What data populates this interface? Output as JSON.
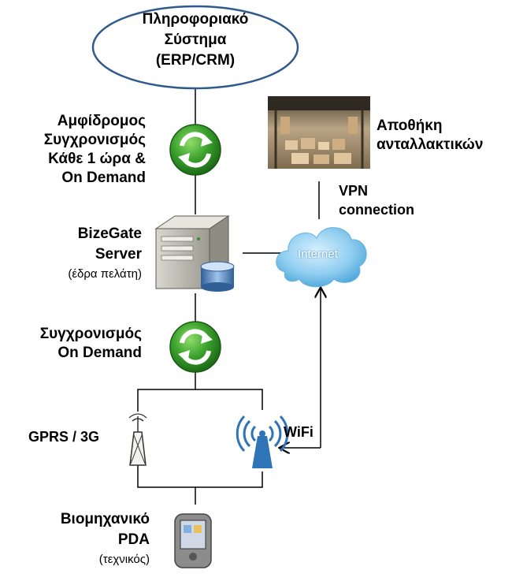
{
  "erp": {
    "line1": "Πληροφοριακό",
    "line2": "Σύστημα",
    "line3": "(ERP/CRM)"
  },
  "sync_top": {
    "line1": "Αμφίδρομος",
    "line2": "Συγχρονισμός",
    "line3": "Κάθε 1 ώρα &",
    "line4": "On Demand"
  },
  "server": {
    "line1": "BizeGate",
    "line2": "Server",
    "line3": "(έδρα πελάτη)"
  },
  "sync_bottom": {
    "line1": "Συγχρονισμός",
    "line2": "On Demand"
  },
  "gprs": "GPRS / 3G",
  "wifi": "WiFi",
  "pda": {
    "line1": "Βιομηχανικό",
    "line2": "PDA",
    "line3": "(τεχνικός)"
  },
  "warehouse": {
    "line1": "Αποθήκη",
    "line2": "ανταλλακτικών"
  },
  "vpn": {
    "line1": "VPN",
    "line2": "connection"
  },
  "internet": "Internet",
  "icons": [
    "sync-icon",
    "server-icon",
    "database-icon",
    "internet-cloud-icon",
    "antenna-icon",
    "wifi-icon",
    "pda-icon",
    "warehouse-photo"
  ]
}
